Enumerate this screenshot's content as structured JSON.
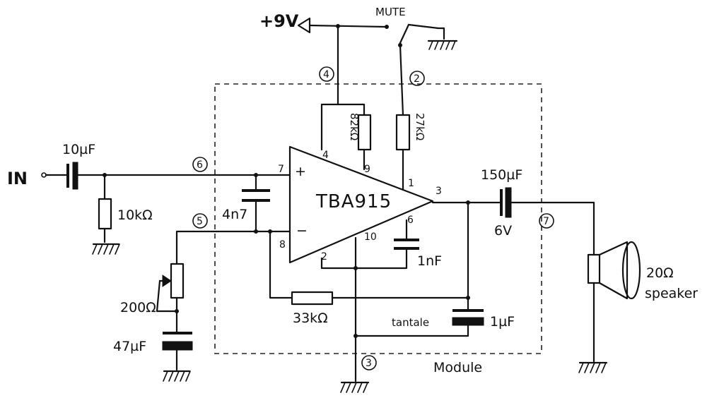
{
  "power": {
    "label": "+9V"
  },
  "mute": {
    "label": "MUTE"
  },
  "input": {
    "label": "IN",
    "cap": "10µF",
    "resistor": "10kΩ"
  },
  "chip": {
    "label": "TBA915",
    "plus": "+",
    "minus": "−",
    "pins": {
      "p4": "4",
      "p7": "7",
      "p9": "9",
      "p1": "1",
      "p3": "3",
      "p6": "6",
      "p8": "8",
      "p2": "2",
      "p10": "10"
    }
  },
  "nodes": {
    "n4": "4",
    "n2": "2",
    "n6": "6",
    "n5": "5",
    "n7": "7",
    "n3": "3"
  },
  "components": {
    "r_82k": "82kΩ",
    "r_27k": "27kΩ",
    "c_4n7": "4n7",
    "c_1nf": "1nF",
    "r_33k": "33kΩ",
    "c_tantale_label": "tantale",
    "c_1uf": "1µF",
    "c_150uf": "150µF",
    "c_150uf_voltage": "6V",
    "pot": "200Ω",
    "c_47uf": "47µF"
  },
  "speaker": {
    "value": "20Ω",
    "label": "speaker"
  },
  "module": {
    "label": "Module"
  }
}
